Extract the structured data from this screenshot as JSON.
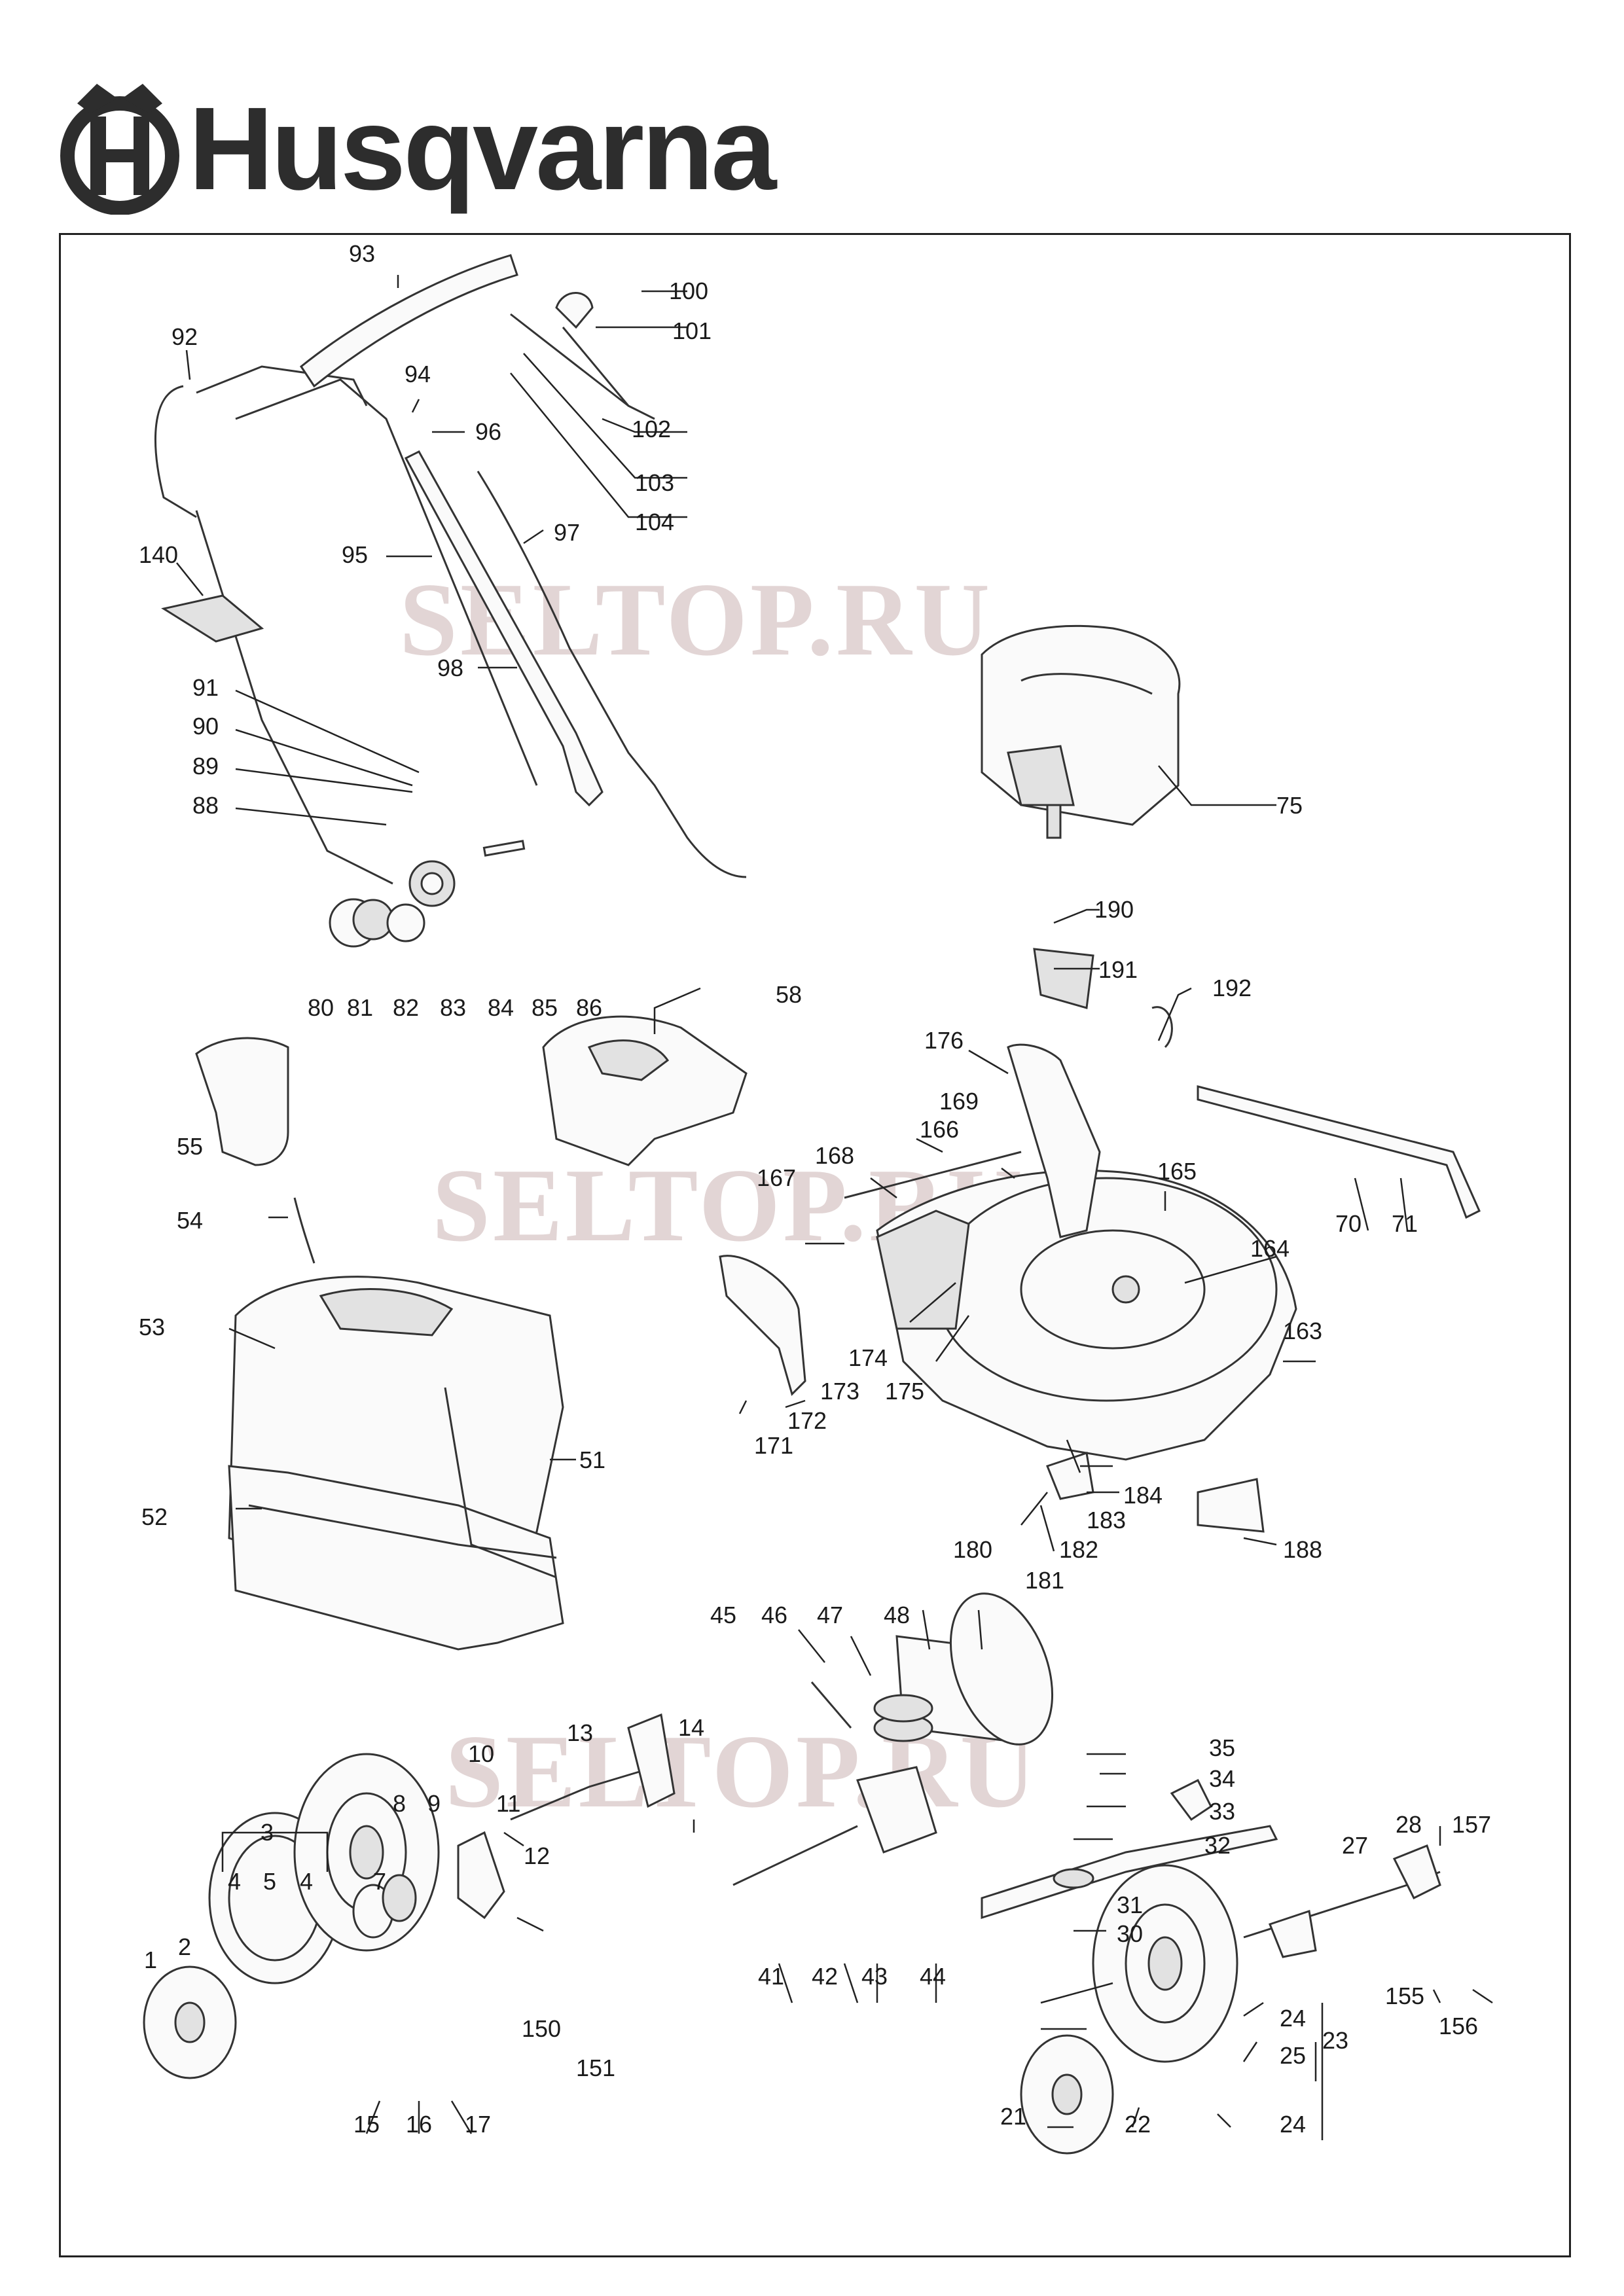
{
  "brand": {
    "name": "Husqvarna",
    "logo_icon": "husqvarna-crown-h-icon"
  },
  "watermarks": [
    "SELTOP.RU",
    "SELTOP.RU",
    "SELTOP.RU"
  ],
  "part_labels": [
    {
      "n": "93"
    },
    {
      "n": "92"
    },
    {
      "n": "100"
    },
    {
      "n": "101"
    },
    {
      "n": "94"
    },
    {
      "n": "96"
    },
    {
      "n": "102"
    },
    {
      "n": "103"
    },
    {
      "n": "104"
    },
    {
      "n": "97"
    },
    {
      "n": "95"
    },
    {
      "n": "140"
    },
    {
      "n": "98"
    },
    {
      "n": "91"
    },
    {
      "n": "90"
    },
    {
      "n": "89"
    },
    {
      "n": "88"
    },
    {
      "n": "75"
    },
    {
      "n": "80"
    },
    {
      "n": "81"
    },
    {
      "n": "82"
    },
    {
      "n": "83"
    },
    {
      "n": "84"
    },
    {
      "n": "85"
    },
    {
      "n": "86"
    },
    {
      "n": "190"
    },
    {
      "n": "58"
    },
    {
      "n": "191"
    },
    {
      "n": "192"
    },
    {
      "n": "176"
    },
    {
      "n": "55"
    },
    {
      "n": "169"
    },
    {
      "n": "166"
    },
    {
      "n": "168"
    },
    {
      "n": "165"
    },
    {
      "n": "167"
    },
    {
      "n": "54"
    },
    {
      "n": "70"
    },
    {
      "n": "71"
    },
    {
      "n": "164"
    },
    {
      "n": "53"
    },
    {
      "n": "174"
    },
    {
      "n": "163"
    },
    {
      "n": "173"
    },
    {
      "n": "175"
    },
    {
      "n": "172"
    },
    {
      "n": "171"
    },
    {
      "n": "51"
    },
    {
      "n": "184"
    },
    {
      "n": "183"
    },
    {
      "n": "52"
    },
    {
      "n": "180"
    },
    {
      "n": "182"
    },
    {
      "n": "188"
    },
    {
      "n": "181"
    },
    {
      "n": "45"
    },
    {
      "n": "46"
    },
    {
      "n": "47"
    },
    {
      "n": "48"
    },
    {
      "n": "13"
    },
    {
      "n": "14"
    },
    {
      "n": "35"
    },
    {
      "n": "10"
    },
    {
      "n": "34"
    },
    {
      "n": "8"
    },
    {
      "n": "9"
    },
    {
      "n": "11"
    },
    {
      "n": "33"
    },
    {
      "n": "28"
    },
    {
      "n": "157"
    },
    {
      "n": "3"
    },
    {
      "n": "12"
    },
    {
      "n": "27"
    },
    {
      "n": "32"
    },
    {
      "n": "4"
    },
    {
      "n": "5"
    },
    {
      "n": "4"
    },
    {
      "n": "7"
    },
    {
      "n": "31"
    },
    {
      "n": "30"
    },
    {
      "n": "1"
    },
    {
      "n": "2"
    },
    {
      "n": "41"
    },
    {
      "n": "42"
    },
    {
      "n": "43"
    },
    {
      "n": "44"
    },
    {
      "n": "155"
    },
    {
      "n": "150"
    },
    {
      "n": "24"
    },
    {
      "n": "156"
    },
    {
      "n": "151"
    },
    {
      "n": "25"
    },
    {
      "n": "23"
    },
    {
      "n": "15"
    },
    {
      "n": "16"
    },
    {
      "n": "17"
    },
    {
      "n": "21"
    },
    {
      "n": "22"
    },
    {
      "n": "24"
    }
  ]
}
